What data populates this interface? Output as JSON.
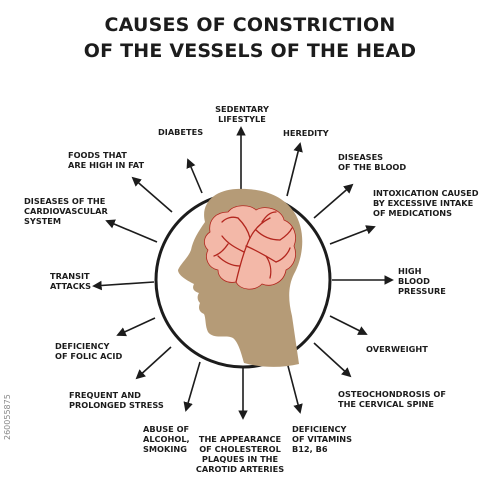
{
  "title": {
    "line1": "CAUSES OF CONSTRICTION",
    "line2": "OF THE VESSELS OF THE HEAD"
  },
  "causes": [
    {
      "id": "sedentary",
      "text": "SEDENTARY\nLIFESTYLE"
    },
    {
      "id": "heredity",
      "text": "HEREDITY"
    },
    {
      "id": "blood-diseases",
      "text": "DISEASES\nOF THE BLOOD"
    },
    {
      "id": "intoxication",
      "text": "INTOXICATION CAUSED\nBY EXCESSIVE INTAKE\nOF MEDICATIONS"
    },
    {
      "id": "high-bp",
      "text": "HIGH\nBLOOD\nPRESSURE"
    },
    {
      "id": "overweight",
      "text": "OVERWEIGHT"
    },
    {
      "id": "osteochondrosis",
      "text": "OSTEOCHONDROSIS OF\nTHE CERVICAL SPINE"
    },
    {
      "id": "vitamins",
      "text": "DEFICIENCY\nOF VITAMINS\nB12, B6"
    },
    {
      "id": "cholesterol",
      "text": "THE APPEARANCE\nOF CHOLESTEROL\nPLAQUES IN THE\nCAROTID ARTERIES"
    },
    {
      "id": "alcohol",
      "text": "ABUSE OF\nALCOHOL,\nSMOKING"
    },
    {
      "id": "stress",
      "text": "FREQUENT AND\nPROLONGED STRESS"
    },
    {
      "id": "folic",
      "text": "DEFICIENCY\nOF FOLIC ACID"
    },
    {
      "id": "transit",
      "text": "TRANSIT\nATTACKS"
    },
    {
      "id": "cardio",
      "text": "DISEASES OF THE\nCARDIOVASCULAR\nSYSTEM"
    },
    {
      "id": "fat-foods",
      "text": "FOODS THAT\nARE HIGH IN FAT"
    },
    {
      "id": "diabetes",
      "text": "DIABETES"
    }
  ],
  "stock_id": "260055875",
  "colors": {
    "text": "#1c1c1c",
    "head": "#b59b77",
    "brain": "#f3b8a8",
    "vessel": "#b3261e",
    "ring": "#1c1c1c"
  }
}
